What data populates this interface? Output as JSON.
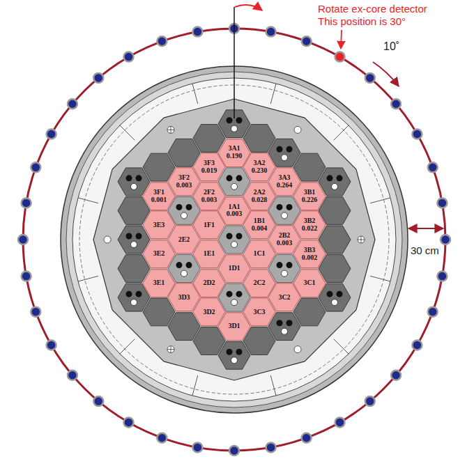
{
  "diagram": {
    "nodes": [
      {
        "text": [
          "3A1",
          "0.190"
        ]
      },
      {
        "text": [
          "3F3",
          "0.019"
        ]
      },
      {
        "text": [
          "3A2",
          "0.230"
        ]
      },
      {
        "text": [
          "3F2",
          "0.003"
        ]
      },
      {
        "text": [
          "3A3",
          "0.264"
        ]
      },
      {
        "text": [
          "3F1",
          "0.001"
        ]
      },
      {
        "text": [
          "2F2",
          "0.003"
        ]
      },
      {
        "text": [
          "2A2",
          "0.028"
        ]
      },
      {
        "text": [
          "3B1",
          "0.226"
        ]
      },
      {
        "text": [
          "1A1",
          "0.003"
        ]
      },
      {
        "text": [
          "3E3"
        ]
      },
      {
        "text": [
          "1F1"
        ]
      },
      {
        "text": [
          "1B1",
          "0.004"
        ]
      },
      {
        "text": [
          "3B2",
          "0.022"
        ]
      },
      {
        "text": [
          "2E2"
        ]
      },
      {
        "text": [
          "2B2",
          "0.003"
        ]
      },
      {
        "text": [
          "3E2"
        ]
      },
      {
        "text": [
          "1E1"
        ]
      },
      {
        "text": [
          "1C1"
        ]
      },
      {
        "text": [
          "3B3",
          "0.002"
        ]
      },
      {
        "text": [
          "1D1"
        ]
      },
      {
        "text": [
          "3E1"
        ]
      },
      {
        "text": [
          "2D2"
        ]
      },
      {
        "text": [
          "2C2"
        ]
      },
      {
        "text": [
          "3C1"
        ]
      },
      {
        "text": [
          "3D3"
        ]
      },
      {
        "text": [
          "3C2"
        ]
      },
      {
        "text": [
          "3D2"
        ]
      },
      {
        "text": [
          "3C3"
        ]
      },
      {
        "text": [
          "3D1"
        ]
      }
    ],
    "labels": [
      "Rotate ex-core detector",
      "This position is 30°",
      "10˚",
      "30 cm"
    ]
  }
}
